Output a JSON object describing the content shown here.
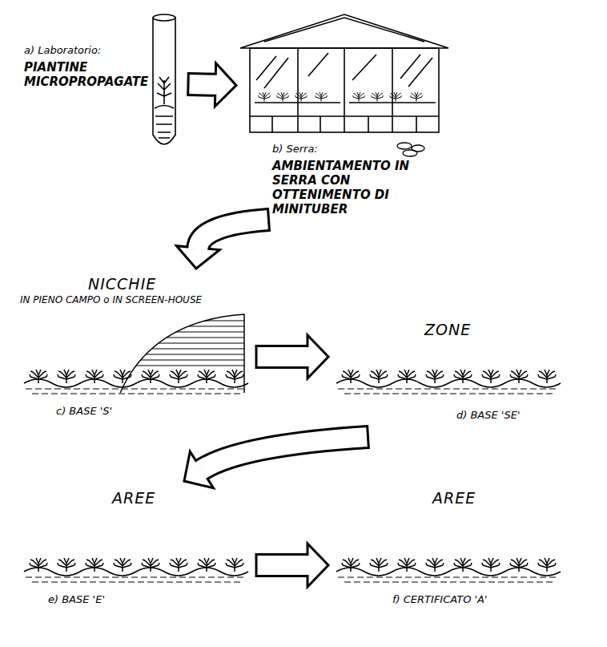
{
  "diagram": {
    "nodes": [
      {
        "text": [
          "a) Laboratorio:",
          "PIANTINE MICROPROPAGATE"
        ]
      },
      {
        "text": [
          "b) Serra:",
          "AMBIENTAMENTO IN SERRA CON OTTENIMENTO DI MINITUBER"
        ]
      },
      {
        "text": [
          "NICCHIE",
          "IN PIENO CAMPO o IN SCREEN-HOUSE",
          "c) BASE 'S'"
        ]
      },
      {
        "text": [
          "ZONE",
          "d) BASE 'SE'"
        ]
      },
      {
        "text": [
          "AREE",
          "e) BASE 'E'"
        ]
      },
      {
        "text": [
          "AREE",
          "f) CERTIFICATO 'A'"
        ]
      }
    ],
    "edges": [
      {
        "from": 0,
        "to": 1,
        "arrow": "to"
      },
      {
        "from": 1,
        "to": 2,
        "arrow": "to"
      },
      {
        "from": 2,
        "to": 3,
        "arrow": "to"
      },
      {
        "from": 3,
        "to": 4,
        "arrow": "to"
      },
      {
        "from": 4,
        "to": 5,
        "arrow": "to"
      }
    ]
  }
}
